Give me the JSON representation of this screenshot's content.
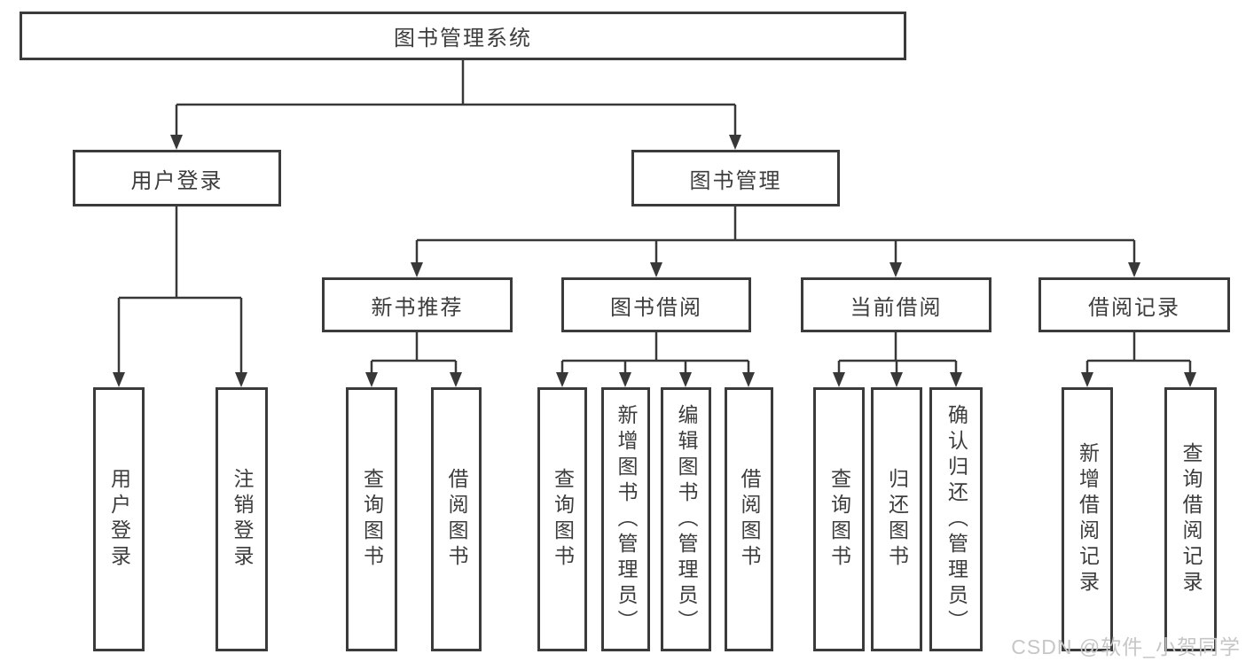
{
  "tree": {
    "root": {
      "label": "图书管理系统"
    },
    "branches": [
      {
        "label": "用户登录",
        "children": [
          {
            "label": "用户登录"
          },
          {
            "label": "注销登录"
          }
        ]
      },
      {
        "label": "图书管理",
        "children": [
          {
            "label": "新书推荐",
            "children": [
              {
                "label": "查询图书"
              },
              {
                "label": "借阅图书"
              }
            ]
          },
          {
            "label": "图书借阅",
            "children": [
              {
                "label": "查询图书"
              },
              {
                "label": "新增图书（管理员）"
              },
              {
                "label": "编辑图书（管理员）"
              },
              {
                "label": "借阅图书"
              }
            ]
          },
          {
            "label": "当前借阅",
            "children": [
              {
                "label": "查询图书"
              },
              {
                "label": "归还图书"
              },
              {
                "label": "确认归还（管理员）"
              }
            ]
          },
          {
            "label": "借阅记录",
            "children": [
              {
                "label": "新增借阅记录"
              },
              {
                "label": "查询借阅记录"
              }
            ]
          }
        ]
      }
    ]
  },
  "watermark": {
    "text": "CSDN @软件_小贺同学"
  },
  "colors": {
    "line": "#383838",
    "border": "#3b3b3b",
    "text": "#3d3d3d",
    "watermark": "#c6c6c6"
  }
}
